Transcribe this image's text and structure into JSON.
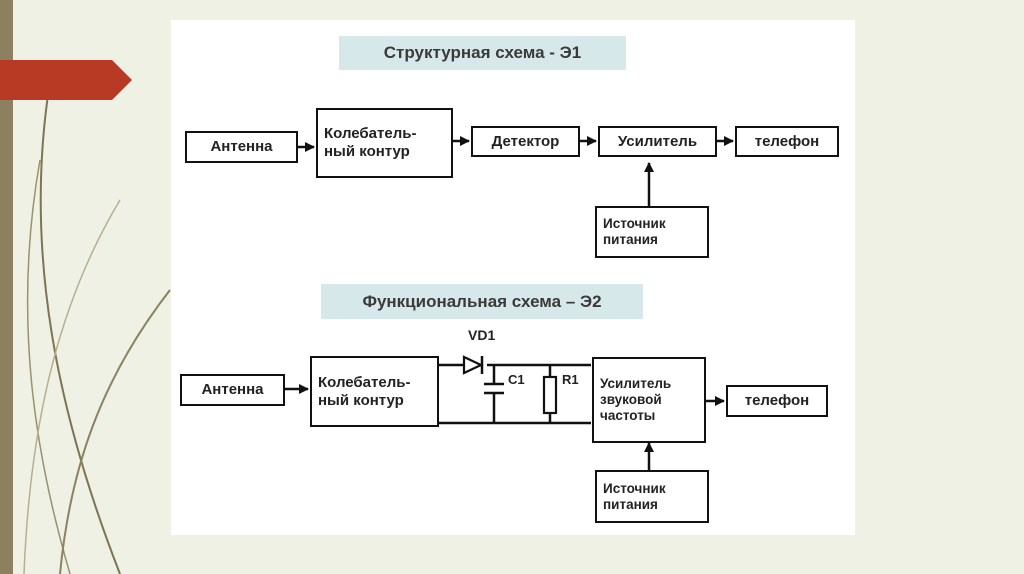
{
  "structural": {
    "title": "Структурная схема  - Э1",
    "antenna": "Антенна",
    "circuit_line1": "Колебатель-",
    "circuit_line2": "ный контур",
    "detector": "Детектор",
    "amplifier": "Усилитель",
    "phone": "телефон",
    "power_line1": "Источник",
    "power_line2": "питания"
  },
  "functional": {
    "title": "Функциональная схема – Э2",
    "antenna": "Антенна",
    "circuit_line1": "Колебатель-",
    "circuit_line2": "ный контур",
    "diode_label": "VD1",
    "capacitor_label": "C1",
    "resistor_label": "R1",
    "amplifier_line1": "Усилитель",
    "amplifier_line2": "звуковой",
    "amplifier_line3": "частоты",
    "phone": "телефон",
    "power_line1": "Источник",
    "power_line2": "питания"
  },
  "colors": {
    "slide_background": "#eef1e3",
    "accent_arrow": "#b83a24",
    "title_highlight": "#d7e8ea"
  }
}
